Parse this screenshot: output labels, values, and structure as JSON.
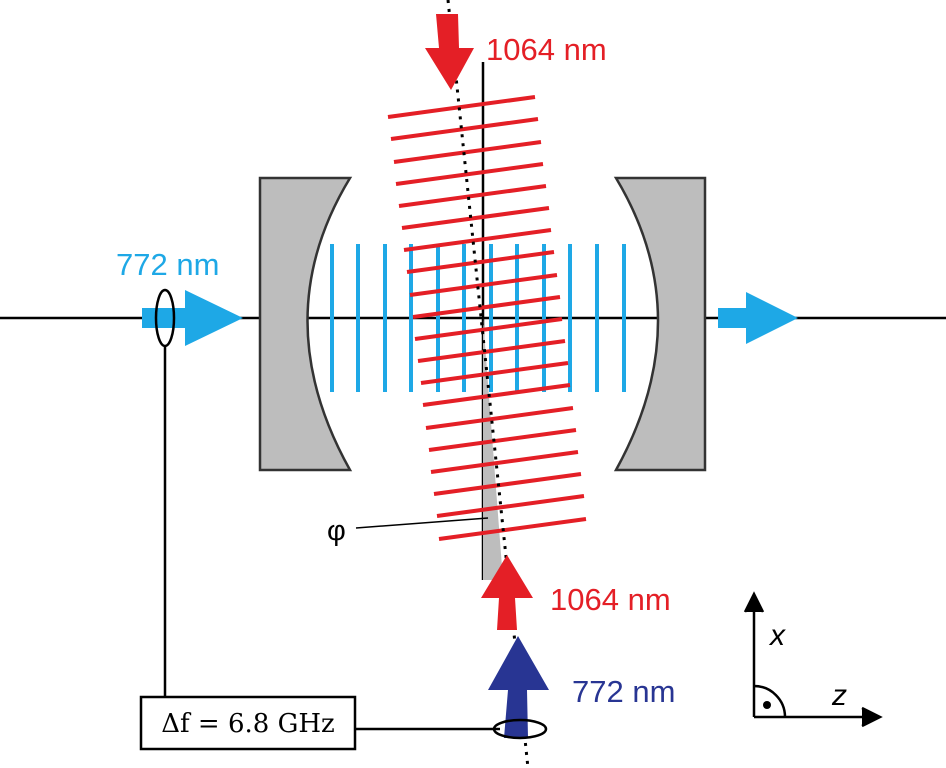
{
  "beams": {
    "top_1064": "1064 nm",
    "bottom_1064": "1064 nm",
    "left_772": "772 nm",
    "bottom_772": "772 nm"
  },
  "angle_label": "φ",
  "frequency_box": "Δf = 6.8 GHz",
  "axes": {
    "x": "x",
    "z": "z"
  },
  "colors": {
    "red_lattice": "#e41f26",
    "cyan_lattice": "#1ea8e6",
    "navy_beam": "#283593",
    "mirror_fill": "#bdbdbd"
  }
}
